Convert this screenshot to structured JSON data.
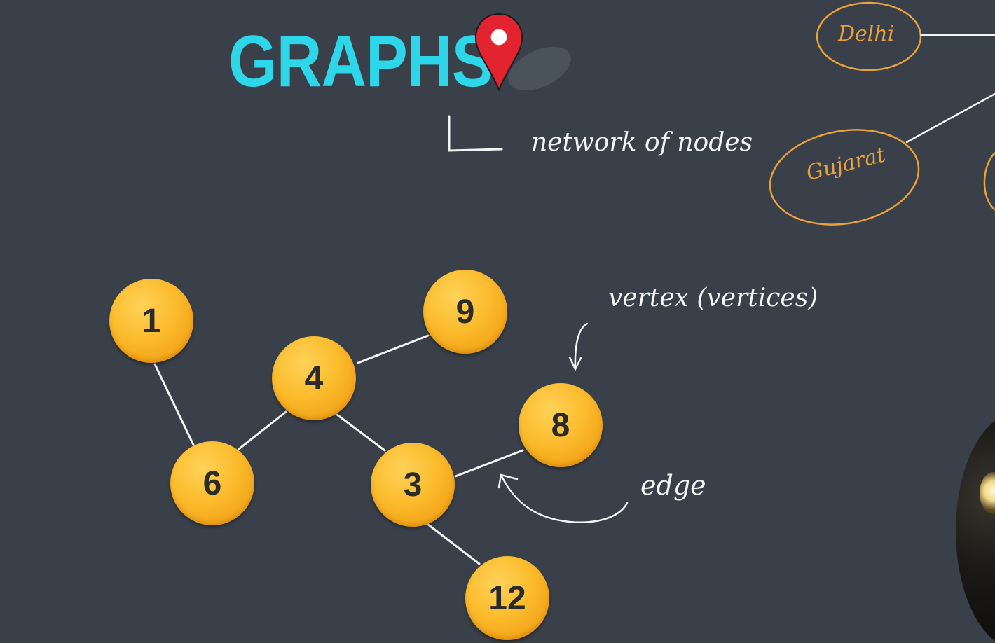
{
  "title": "GRAPHS",
  "notes": {
    "network": "network of nodes",
    "vertex": "vertex (vertices)",
    "edge": "edge"
  },
  "places": {
    "delhi": "Delhi",
    "gujarat": "Gujarat"
  },
  "nodes": [
    {
      "id": "n1",
      "label": "1"
    },
    {
      "id": "n9",
      "label": "9"
    },
    {
      "id": "n4",
      "label": "4"
    },
    {
      "id": "n8",
      "label": "8"
    },
    {
      "id": "n6",
      "label": "6"
    },
    {
      "id": "n3",
      "label": "3"
    },
    {
      "id": "n12",
      "label": "12"
    }
  ],
  "edges": [
    [
      "1",
      "6"
    ],
    [
      "6",
      "4"
    ],
    [
      "4",
      "9"
    ],
    [
      "4",
      "3"
    ],
    [
      "3",
      "8"
    ],
    [
      "3",
      "12"
    ]
  ],
  "colors": {
    "background": "#394049",
    "title": "#2ed6ea",
    "node": "#fbbb2c",
    "ink": "#f4f4f4",
    "place_ink": "#e9a13a",
    "pin": "#e3232f"
  },
  "icons": {
    "pin": "map-pin-icon"
  }
}
